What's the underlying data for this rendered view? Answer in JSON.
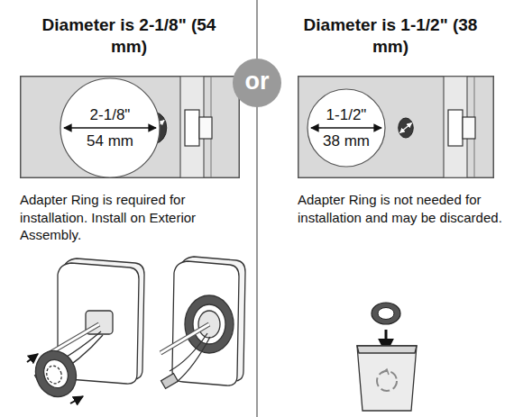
{
  "diagram": {
    "nodes": [
      {
        "text": [
          "2-1/8\"",
          "54 mm"
        ]
      },
      {
        "text": [
          "or"
        ]
      },
      {
        "text": [
          "1-1/2\"",
          "38 mm"
        ]
      }
    ],
    "labels": [
      "Diameter is 2-1/8\" (54 mm)",
      "Adapter Ring is required for installation. Install on Exterior Assembly.",
      "Diameter is 1-1/2\" (38 mm)",
      "Adapter Ring is not needed for installation and may be discarded."
    ]
  }
}
